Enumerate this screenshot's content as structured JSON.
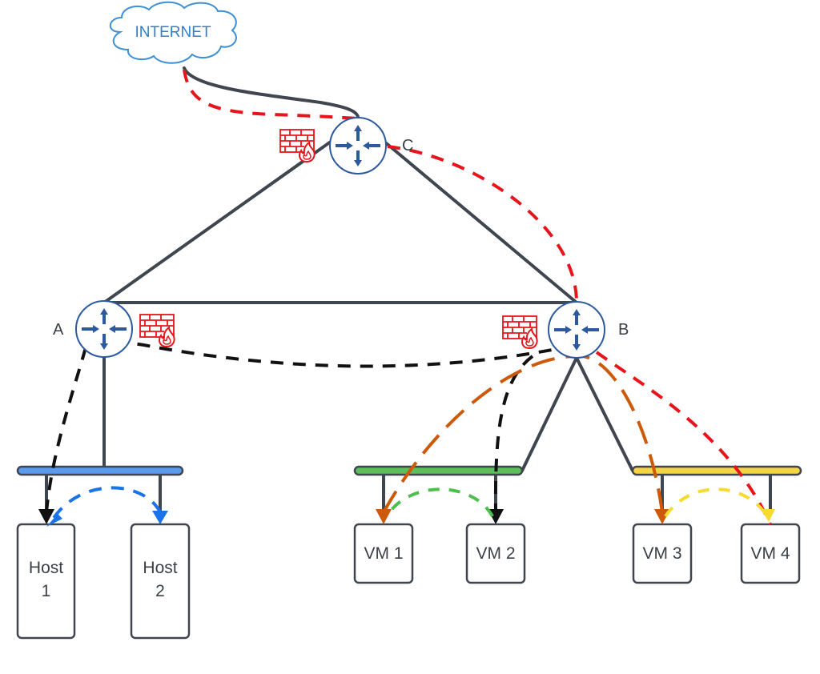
{
  "diagram": {
    "title": "",
    "cloud": {
      "label": "INTERNET",
      "color": "#3d8fd6"
    },
    "routers": [
      {
        "id": "C",
        "label": "C",
        "has_firewall": true
      },
      {
        "id": "A",
        "label": "A",
        "has_firewall": true
      },
      {
        "id": "B",
        "label": "B",
        "has_firewall": true
      }
    ],
    "switches": [
      {
        "id": "sw-blue",
        "color": "#5b9bef",
        "connects_to": "A"
      },
      {
        "id": "sw-green",
        "color": "#5cbf5c",
        "connects_to": "B"
      },
      {
        "id": "sw-yellow",
        "color": "#f5d547",
        "connects_to": "B"
      }
    ],
    "hosts": [
      {
        "id": "host1",
        "line1": "Host",
        "line2": "1",
        "switch": "sw-blue"
      },
      {
        "id": "host2",
        "line1": "Host",
        "line2": "2",
        "switch": "sw-blue"
      },
      {
        "id": "vm1",
        "line1": "VM 1",
        "line2": "",
        "switch": "sw-green"
      },
      {
        "id": "vm2",
        "line1": "VM 2",
        "line2": "",
        "switch": "sw-green"
      },
      {
        "id": "vm3",
        "line1": "VM 3",
        "line2": "",
        "switch": "sw-yellow"
      },
      {
        "id": "vm4",
        "line1": "VM 4",
        "line2": "",
        "switch": "sw-yellow"
      }
    ],
    "links": [
      {
        "from": "INTERNET",
        "to": "C"
      },
      {
        "from": "C",
        "to": "A"
      },
      {
        "from": "C",
        "to": "B"
      },
      {
        "from": "A",
        "to": "B"
      },
      {
        "from": "A",
        "to": "sw-blue"
      },
      {
        "from": "B",
        "to": "sw-green"
      },
      {
        "from": "B",
        "to": "sw-yellow"
      }
    ],
    "traffic_flows": [
      {
        "name": "internet-to-vm4",
        "color": "#e8141c",
        "path": [
          "INTERNET",
          "C",
          "B",
          "VM 4"
        ]
      },
      {
        "name": "host1-to-vm2",
        "color": "#111111",
        "path": [
          "Host 1",
          "A",
          "B",
          "VM 2"
        ]
      },
      {
        "name": "vm3-to-vm1",
        "color": "#cc5a0a",
        "path": [
          "VM 3",
          "B",
          "VM 1"
        ]
      },
      {
        "name": "host2-to-host1",
        "color": "#1a73e8",
        "path": [
          "Host 2",
          "Host 1"
        ]
      },
      {
        "name": "vm2-to-vm1",
        "color": "#4cbf4c",
        "path": [
          "VM 2",
          "VM 1"
        ]
      },
      {
        "name": "vm3-to-vm4",
        "color": "#f7dc2f",
        "path": [
          "VM 3",
          "VM 4"
        ]
      }
    ],
    "colors": {
      "link": "#3f4650",
      "router": "#2d5a9e",
      "firewall": "#e8141c"
    }
  }
}
